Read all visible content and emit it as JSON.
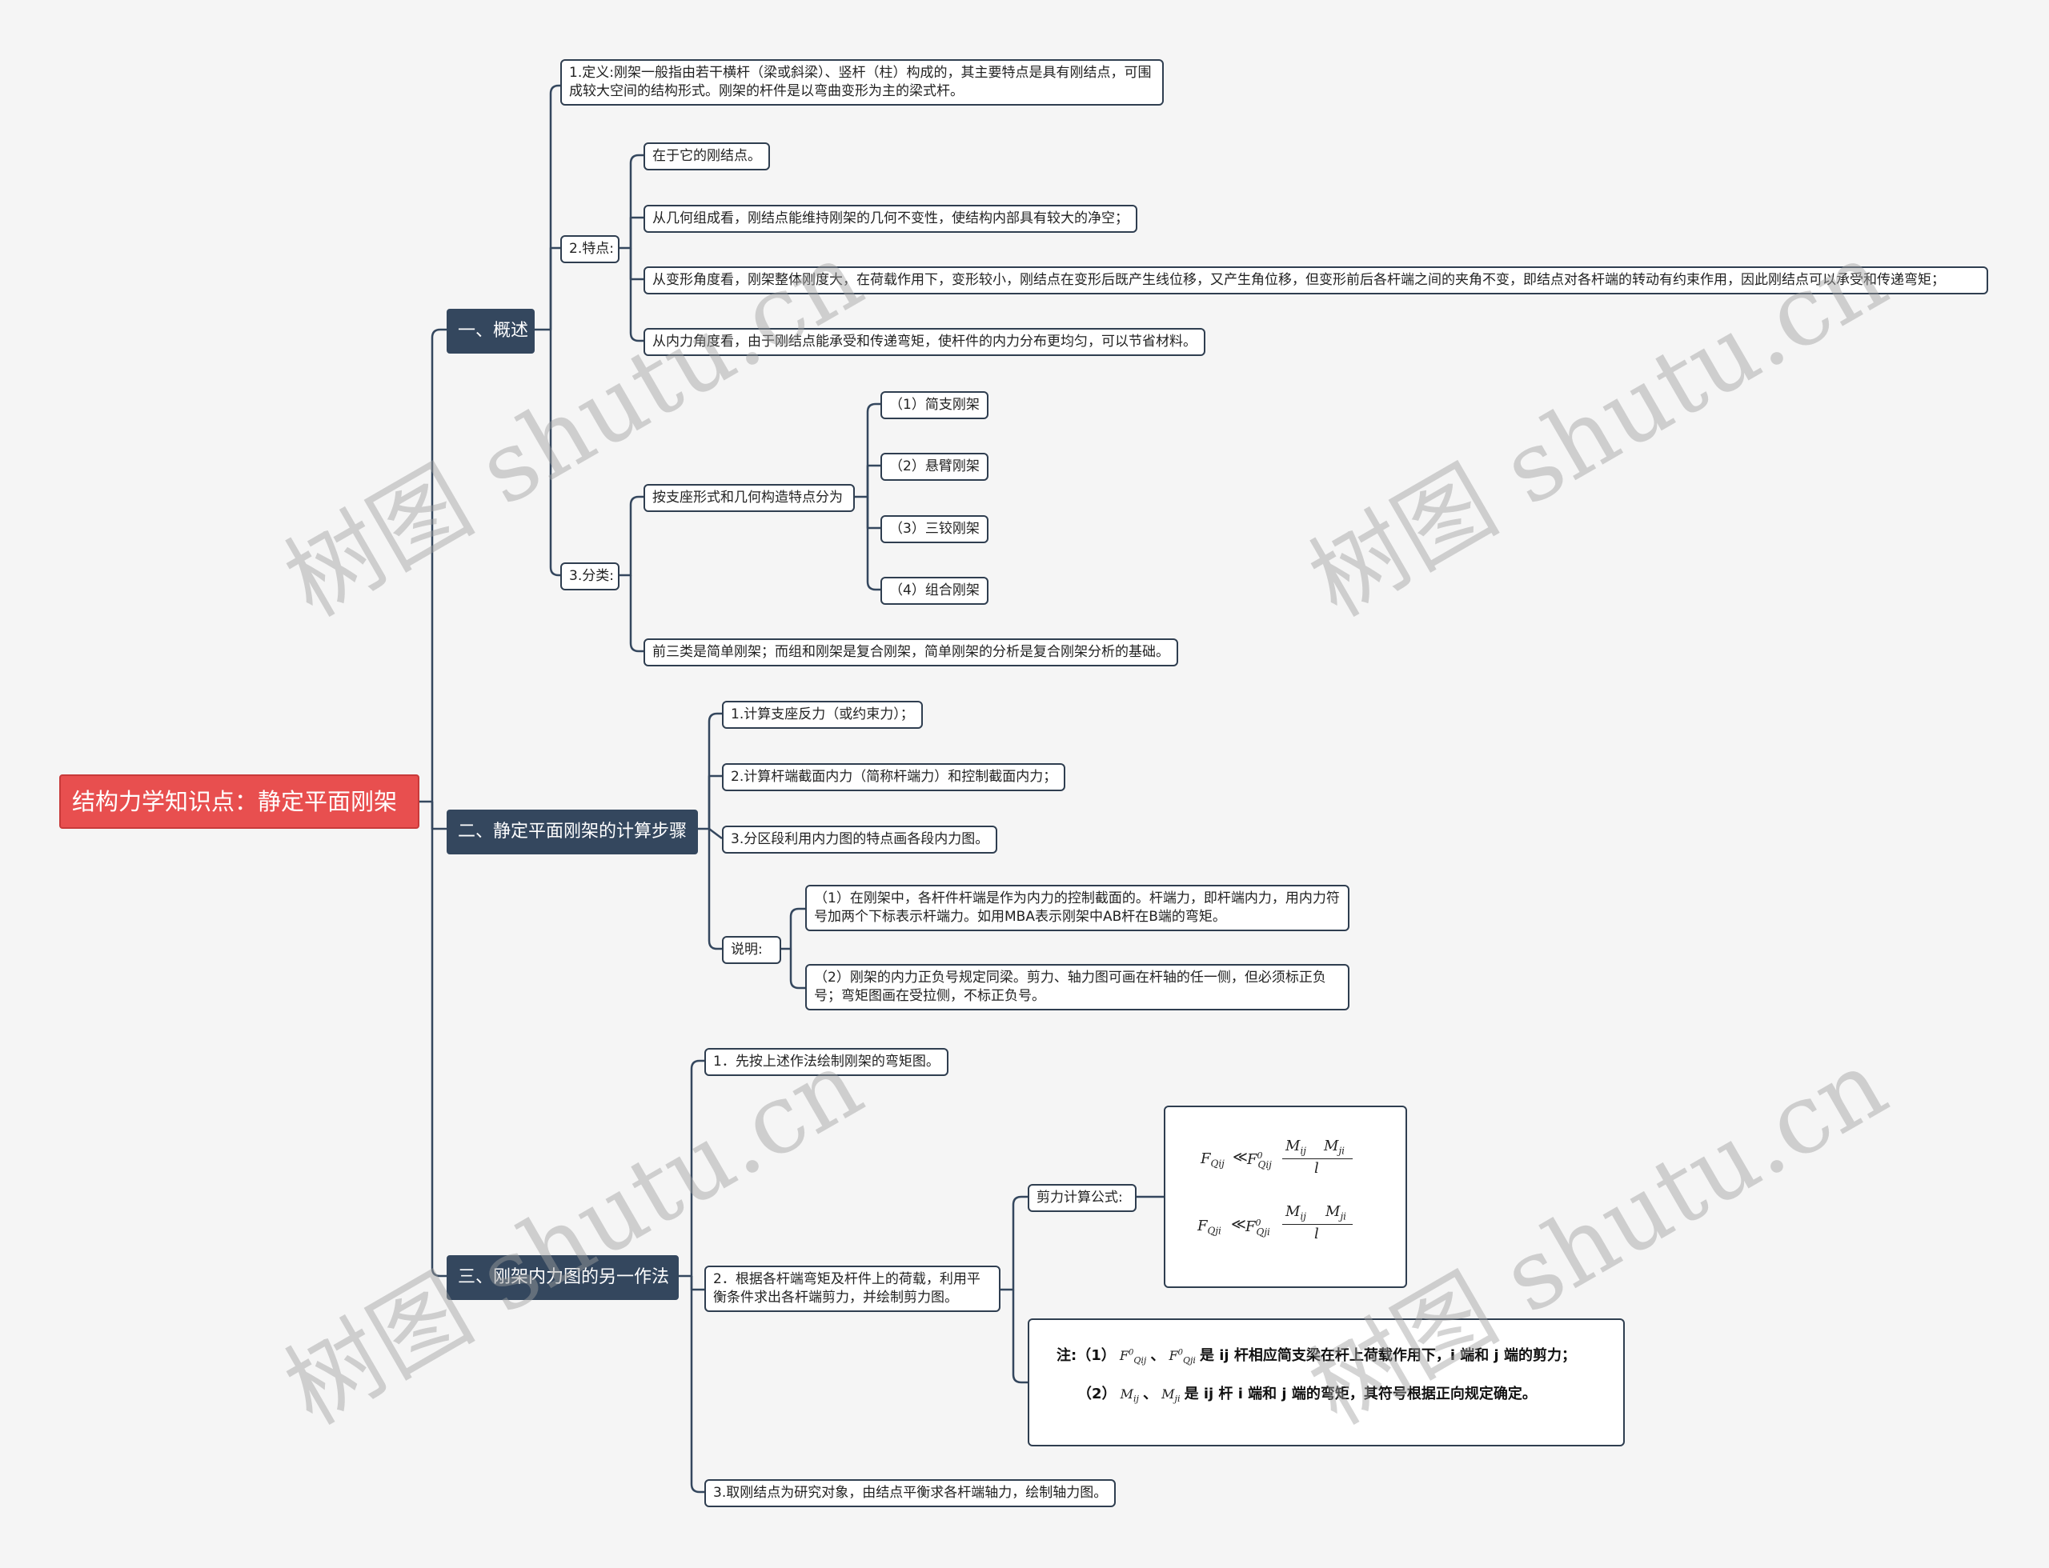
{
  "root": "结构力学知识点：静定平面刚架",
  "branches": {
    "b1": "一、概述",
    "b2": "二、静定平面刚架的计算步骤",
    "b3": "三、刚架内力图的另一作法"
  },
  "overview": {
    "definition": "1.定义:刚架一般指由若干横杆（梁或斜梁）、竖杆（柱）构成的，其主要特点是具有刚结点，可围成较大空间的结构形式。刚架的杆件是以弯曲变形为主的梁式杆。",
    "features_label": "2.特点:",
    "features": [
      "在于它的刚结点。",
      "从几何组成看，刚结点能维持刚架的几何不变性，使结构内部具有较大的净空；",
      "从变形角度看，刚架整体刚度大，在荷载作用下，变形较小，刚结点在变形后既产生线位移，又产生角位移，但变形前后各杆端之间的夹角不变，即结点对各杆端的转动有约束作用，因此刚结点可以承受和传递弯矩；",
      "从内力角度看，由于刚结点能承受和传递弯矩，使杆件的内力分布更均匀，可以节省材料。"
    ],
    "classification_label": "3.分类:",
    "classify_by": "按支座形式和几何构造特点分为",
    "types": [
      "（1）简支刚架",
      "（2）悬臂刚架",
      "（3）三铰刚架",
      "（4）组合刚架"
    ],
    "classification_note": "前三类是简单刚架；而组和刚架是复合刚架，简单刚架的分析是复合刚架分析的基础。"
  },
  "steps": {
    "items": [
      "1.计算支座反力（或约束力）；",
      "2.计算杆端截面内力（简称杆端力）和控制截面内力；",
      "3.分区段利用内力图的特点画各段内力图。"
    ],
    "explain_label": "说明:",
    "explanations": [
      "（1）在刚架中，各杆件杆端是作为内力的控制截面的。杆端力，即杆端内力，用内力符号加两个下标表示杆端力。如用MBA表示刚架中AB杆在B端的弯矩。",
      "（2）刚架的内力正负号规定同梁。剪力、轴力图可画在杆轴的任一侧，但必须标正负号；弯矩图画在受拉侧，不标正负号。"
    ]
  },
  "alternative": {
    "step1": "1．先按上述作法绘制刚架的弯矩图。",
    "step2": "2．根据各杆端弯矩及杆件上的荷载，利用平衡条件求出各杆端剪力，并绘制剪力图。",
    "shear_label": "剪力计算公式:",
    "formula": {
      "f1_left": "F",
      "f1_left_sub": "Qij",
      "op": "≪",
      "f1_right": "F",
      "f1_right_sup": "0",
      "f1_right_sub": "Qij",
      "num_a": "M",
      "num_a_sub": "ij",
      "num_b": "M",
      "num_b_sub": "ji",
      "den": "l",
      "f2_left_sub": "Qji",
      "f2_right_sub": "Qji"
    },
    "note": {
      "line1_prefix": "注:（1）",
      "line1_sep": "、",
      "line1_text": "是 ij 杆相应简支梁在杆上荷载作用下，i 端和 j 端的剪力；",
      "line2_prefix": "（2）",
      "line2_sep": "、",
      "line2_text": "是 ij 杆 i 端和 j 端的弯矩，其符号根据正向规定确定。"
    },
    "step3": "3.取刚结点为研究对象，由结点平衡求各杆端轴力，绘制轴力图。"
  },
  "watermark": "树图 shutu.cn",
  "colors": {
    "root": "#e84f4f",
    "branch": "#34475e",
    "line": "#34475e",
    "background": "#f5f5f5"
  }
}
